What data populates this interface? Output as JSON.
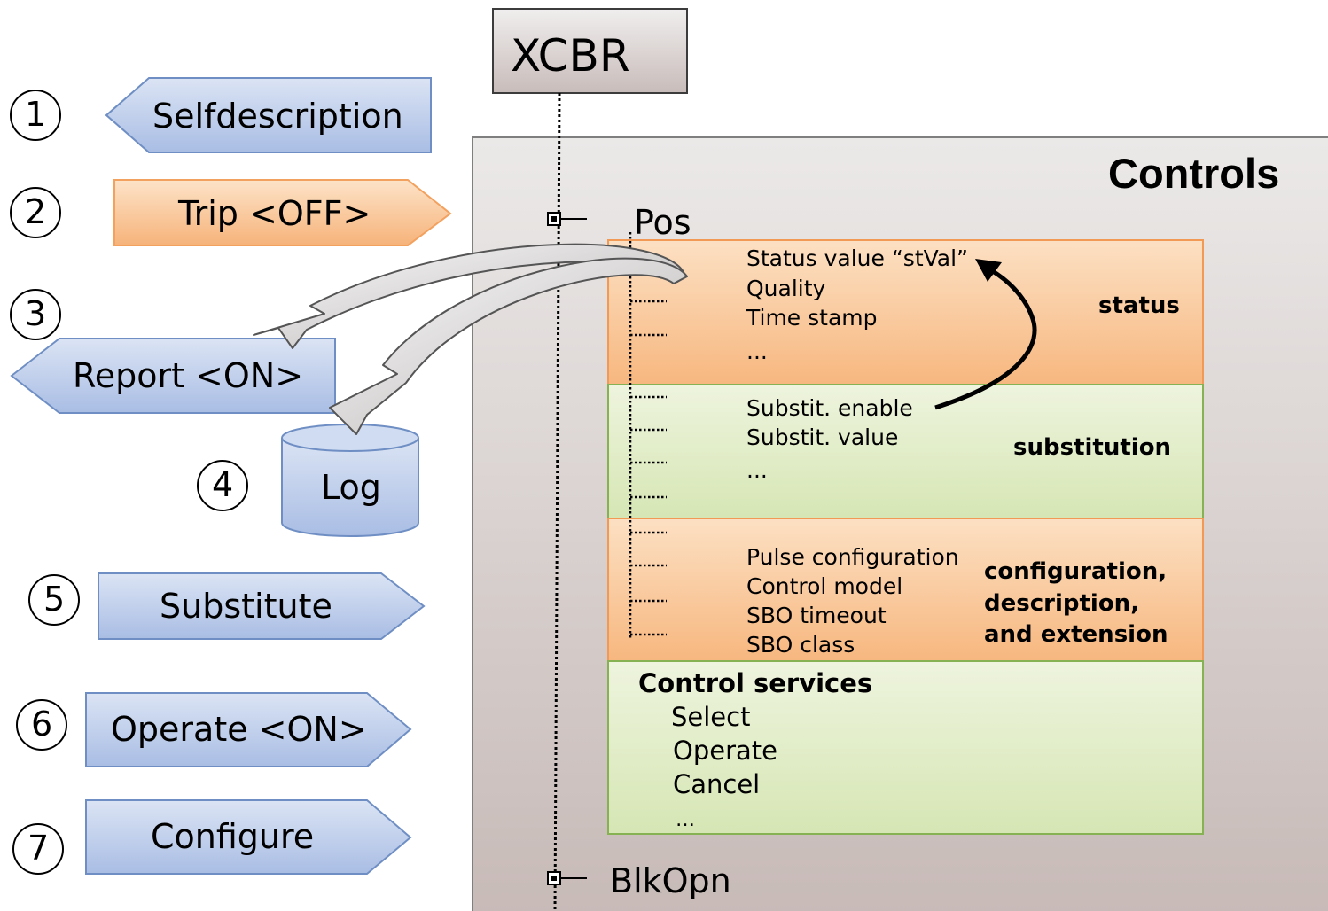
{
  "node_name": "XCBR",
  "panel_title": "Controls",
  "data_objects": {
    "pos": "Pos",
    "blkopn": "BlkOpn"
  },
  "services": [
    {
      "num": "1",
      "label": "Selfdescription"
    },
    {
      "num": "2",
      "label": "Trip <OFF>"
    },
    {
      "num": "3",
      "label": "Report <ON>"
    },
    {
      "num": "4",
      "label": "Log"
    },
    {
      "num": "5",
      "label": "Substitute"
    },
    {
      "num": "6",
      "label": "Operate <ON>"
    },
    {
      "num": "7",
      "label": "Configure"
    }
  ],
  "sections": {
    "status": {
      "title": "status",
      "items": [
        "Status value “stVal”",
        "Quality",
        "Time stamp",
        "..."
      ]
    },
    "substitution": {
      "title": "substitution",
      "items": [
        "Substit. enable",
        "Substit. value",
        "..."
      ]
    },
    "configuration": {
      "title_lines": [
        "configuration,",
        "description,",
        "and extension"
      ],
      "items": [
        "Pulse configuration",
        "Control model",
        "SBO timeout",
        "SBO class"
      ]
    },
    "control": {
      "title": "Control services",
      "items": [
        "Select",
        "Operate",
        "Cancel",
        "…"
      ]
    }
  },
  "colors": {
    "blue_fill": "#bccbe8",
    "blue_stroke": "#6f8fc4",
    "orange_fill": "#f9c89a",
    "orange_stroke": "#f2a15e",
    "green_fill": "#e2ecc8",
    "green_stroke": "#8fb95c",
    "panel_top": "#e8e6e5",
    "panel_bottom": "#c9bcb9"
  }
}
